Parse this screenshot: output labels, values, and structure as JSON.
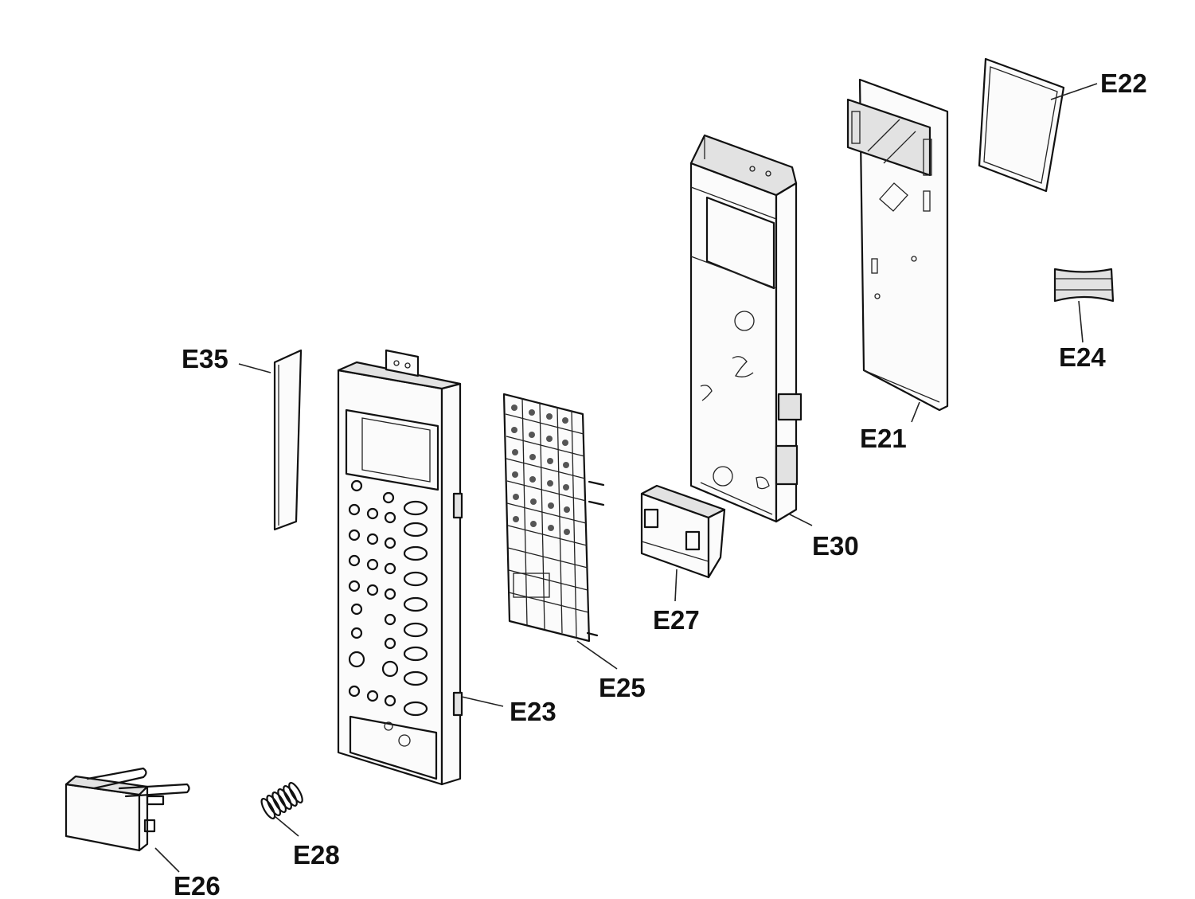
{
  "parts": [
    {
      "id": "E21",
      "label": "E21"
    },
    {
      "id": "E22",
      "label": "E22"
    },
    {
      "id": "E23",
      "label": "E23"
    },
    {
      "id": "E24",
      "label": "E24"
    },
    {
      "id": "E25",
      "label": "E25"
    },
    {
      "id": "E26",
      "label": "E26"
    },
    {
      "id": "E27",
      "label": "E27"
    },
    {
      "id": "E28",
      "label": "E28"
    },
    {
      "id": "E30",
      "label": "E30"
    },
    {
      "id": "E35",
      "label": "E35"
    }
  ]
}
